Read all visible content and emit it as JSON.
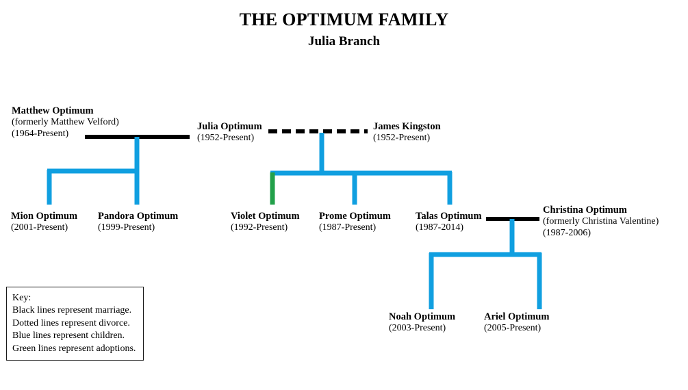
{
  "header": {
    "title": "THE OPTIMUM FAMILY",
    "subtitle": "Julia Branch"
  },
  "people": {
    "matthew": {
      "name": "Matthew Optimum",
      "alias": "(formerly Matthew Velford)",
      "years": "(1964-Present)"
    },
    "julia": {
      "name": "Julia Optimum",
      "alias": "",
      "years": "(1952-Present)"
    },
    "james": {
      "name": "James Kingston",
      "alias": "",
      "years": "(1952-Present)"
    },
    "mion": {
      "name": "Mion Optimum",
      "alias": "",
      "years": "(2001-Present)"
    },
    "pandora": {
      "name": "Pandora Optimum",
      "alias": "",
      "years": "(1999-Present)"
    },
    "violet": {
      "name": "Violet Optimum",
      "alias": "",
      "years": "(1992-Present)"
    },
    "prome": {
      "name": "Prome Optimum",
      "alias": "",
      "years": "(1987-Present)"
    },
    "talas": {
      "name": "Talas Optimum",
      "alias": "",
      "years": "(1987-2014)"
    },
    "christina": {
      "name": "Christina Optimum",
      "alias": "(formerly Christina Valentine)",
      "years": "(1987-2006)"
    },
    "noah": {
      "name": "Noah Optimum",
      "alias": "",
      "years": "(2003-Present)"
    },
    "ariel": {
      "name": "Ariel Optimum",
      "alias": "",
      "years": "(2005-Present)"
    }
  },
  "legend": {
    "heading": "Key:",
    "lines": [
      "Black lines represent marriage.",
      "Dotted lines represent divorce.",
      "Blue lines represent children.",
      "Green lines represent adoptions."
    ]
  },
  "colors": {
    "marriage": "#000000",
    "divorce": "#000000",
    "children": "#109FE0",
    "adoption": "#22A04A",
    "text": "#000000",
    "background": "#ffffff"
  },
  "chart_data": {
    "type": "diagram",
    "diagram_kind": "family-tree",
    "title": "THE OPTIMUM FAMILY",
    "subtitle": "Julia Branch",
    "relationships": [
      {
        "kind": "marriage",
        "style": "solid-black",
        "partners": [
          "matthew",
          "julia"
        ]
      },
      {
        "kind": "divorce",
        "style": "dashed-black",
        "partners": [
          "julia",
          "james"
        ]
      },
      {
        "kind": "marriage",
        "style": "solid-black",
        "partners": [
          "talas",
          "christina"
        ]
      }
    ],
    "descents": [
      {
        "kind": "children",
        "style": "blue",
        "parents": [
          "matthew",
          "julia"
        ],
        "children": [
          "mion",
          "pandora"
        ]
      },
      {
        "kind": "children",
        "style": "blue",
        "parents": [
          "julia",
          "james"
        ],
        "children": [
          "prome",
          "talas"
        ]
      },
      {
        "kind": "adoption",
        "style": "green",
        "parents": [
          "julia",
          "james"
        ],
        "children": [
          "violet"
        ]
      },
      {
        "kind": "children",
        "style": "blue",
        "parents": [
          "talas",
          "christina"
        ],
        "children": [
          "noah",
          "ariel"
        ]
      }
    ]
  }
}
